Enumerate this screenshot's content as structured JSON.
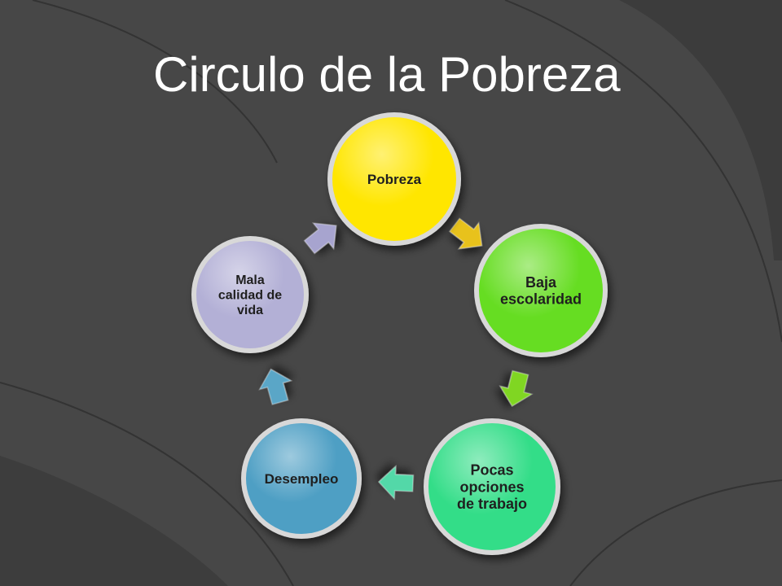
{
  "slide": {
    "title": "Circulo de la Pobreza"
  },
  "diagram": {
    "nodes": [
      {
        "id": "pobreza",
        "lines": [
          "Pobreza"
        ],
        "color": "#ffe600"
      },
      {
        "id": "baja-escolaridad",
        "lines": [
          "Baja",
          "escolaridad"
        ],
        "color": "#66dd22"
      },
      {
        "id": "pocas-opciones",
        "lines": [
          "Pocas",
          "opciones",
          "de trabajo"
        ],
        "color": "#33dd88"
      },
      {
        "id": "desempleo",
        "lines": [
          "Desempleo"
        ],
        "color": "#4e9fc4"
      },
      {
        "id": "mala-calidad",
        "lines": [
          "Mala",
          "calidad de",
          "vida"
        ],
        "color": "#b3b0d6"
      }
    ],
    "arrows": [
      {
        "from": "pobreza",
        "to": "baja-escolaridad",
        "color": "#e8c21b"
      },
      {
        "from": "baja-escolaridad",
        "to": "pocas-opciones",
        "color": "#80d623"
      },
      {
        "from": "pocas-opciones",
        "to": "desempleo",
        "color": "#52d8a8"
      },
      {
        "from": "desempleo",
        "to": "mala-calidad",
        "color": "#5aa6c7"
      },
      {
        "from": "mala-calidad",
        "to": "pobreza",
        "color": "#a7a4cf"
      }
    ]
  },
  "colors": {
    "background": "#404040",
    "title": "#ffffff"
  }
}
